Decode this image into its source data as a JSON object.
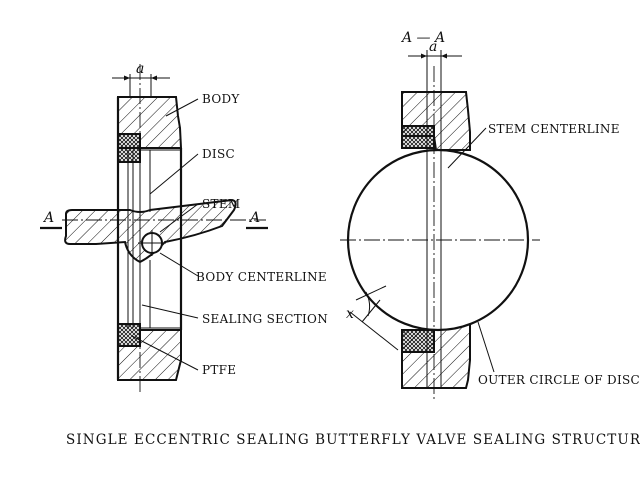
{
  "left_view": {
    "dimension_label": "a",
    "section_mark_left": "A",
    "section_mark_right": "A",
    "callouts": {
      "body": "BODY",
      "disc": "DISC",
      "stem": "STEM",
      "body_centerline": "BODY CENTERLINE",
      "sealing_section": "SEALING SECTION",
      "ptfe": "PTFE"
    }
  },
  "right_view": {
    "section_title": "A — A",
    "dimension_label": "a",
    "angle_label": "x",
    "callouts": {
      "stem_centerline": "STEM CENTERLINE",
      "outer_circle": "OUTER CIRCLE OF DISC"
    }
  },
  "caption": "SINGLE ECCENTRIC SEALING BUTTERFLY VALVE SEALING STRUCTURE"
}
